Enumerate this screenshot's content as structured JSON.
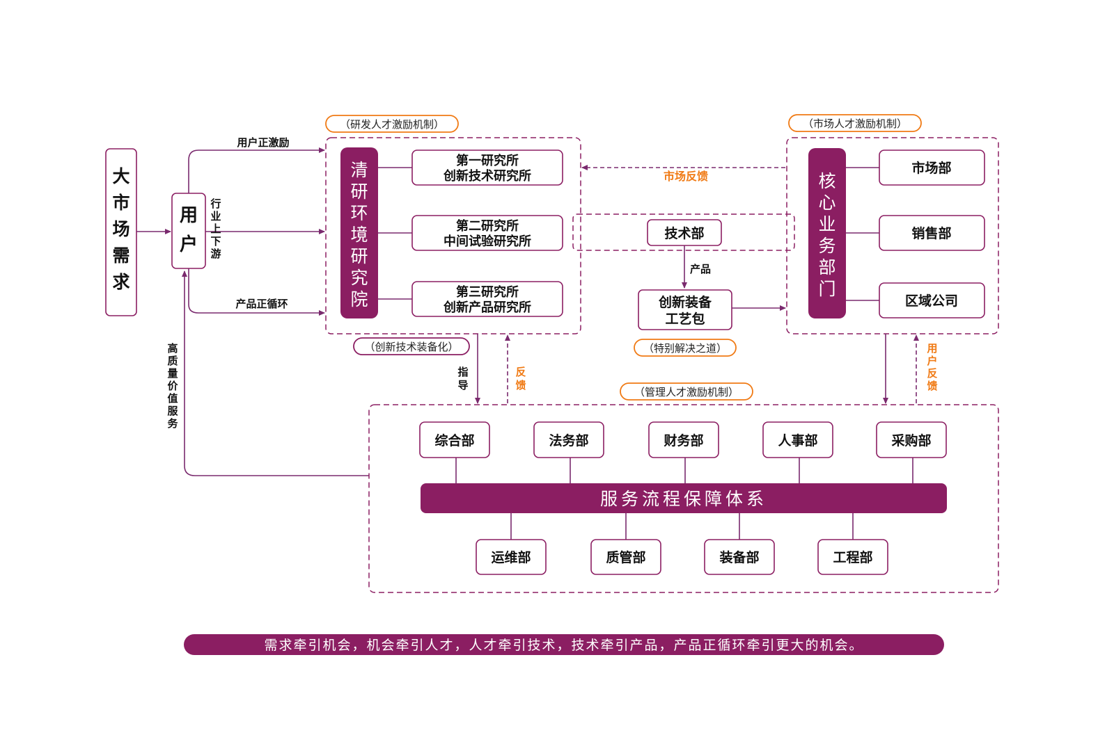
{
  "left": {
    "market_demand": "大市场需求",
    "user": "用户",
    "user_positive_incentive": "用户正激励",
    "industry_updown": "行业上下游",
    "product_positive_cycle": "产品正循环",
    "high_quality_service": "高质量价值服务"
  },
  "rd": {
    "tag": "（研发人才激励机制）",
    "institute": "清研环境研究院",
    "labs": [
      {
        "line1": "第一研究所",
        "line2": "创新技术研究所"
      },
      {
        "line1": "第二研究所",
        "line2": "中间试验研究所"
      },
      {
        "line1": "第三研究所",
        "line2": "创新产品研究所"
      }
    ],
    "bottom_tag": "（创新技术装备化）"
  },
  "middle": {
    "market_feedback": "市场反馈",
    "tech_dept": "技术部",
    "product": "产品",
    "package_line1": "创新装备",
    "package_line2": "工艺包",
    "special_tag": "（特别解决之道）",
    "guide": "指导",
    "feedback": "反馈"
  },
  "market": {
    "tag": "（市场人才激励机制）",
    "core": "核心业务部门",
    "depts": [
      "市场部",
      "销售部",
      "区域公司"
    ],
    "user_feedback": "用户反馈"
  },
  "management": {
    "tag": "（管理人才激励机制）",
    "top_depts": [
      "综合部",
      "法务部",
      "财务部",
      "人事部",
      "采购部"
    ],
    "service_system": "服务流程保障体系",
    "bottom_depts": [
      "运维部",
      "质管部",
      "装备部",
      "工程部"
    ]
  },
  "slogan": "需求牵引机会，机会牵引人才，人才牵引技术，技术牵引产品，产品正循环牵引更大的机会。",
  "colors": {
    "purple": "#8b1e62",
    "orange": "#f07a14",
    "line": "#7a2a6e"
  }
}
